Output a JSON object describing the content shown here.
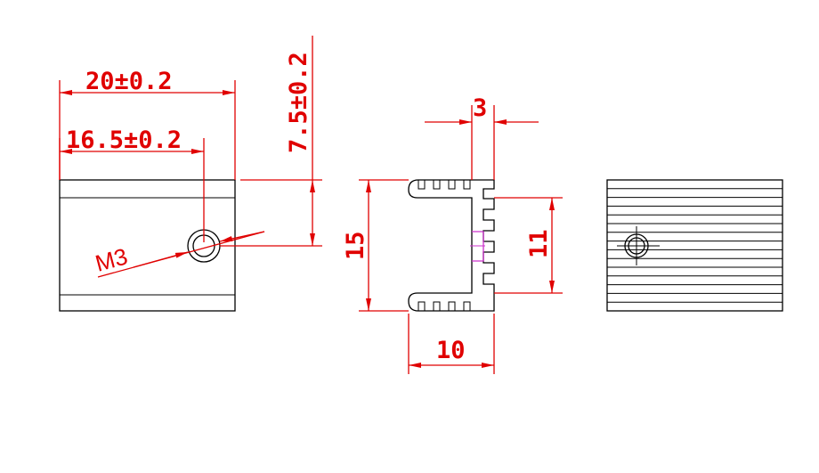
{
  "colors": {
    "dimension": "#e00000",
    "outline": "#000000",
    "hole_accent": "#cc33cc",
    "background": "#ffffff"
  },
  "dimensions": {
    "overall_width": "20±0.2",
    "hole_offset_x": "16.5±0.2",
    "hole_offset_y": "7.5±0.2",
    "fin_width": "3",
    "side_height": "15",
    "inner_height": "11",
    "side_width": "10"
  },
  "notes": {
    "thread": "M3"
  }
}
